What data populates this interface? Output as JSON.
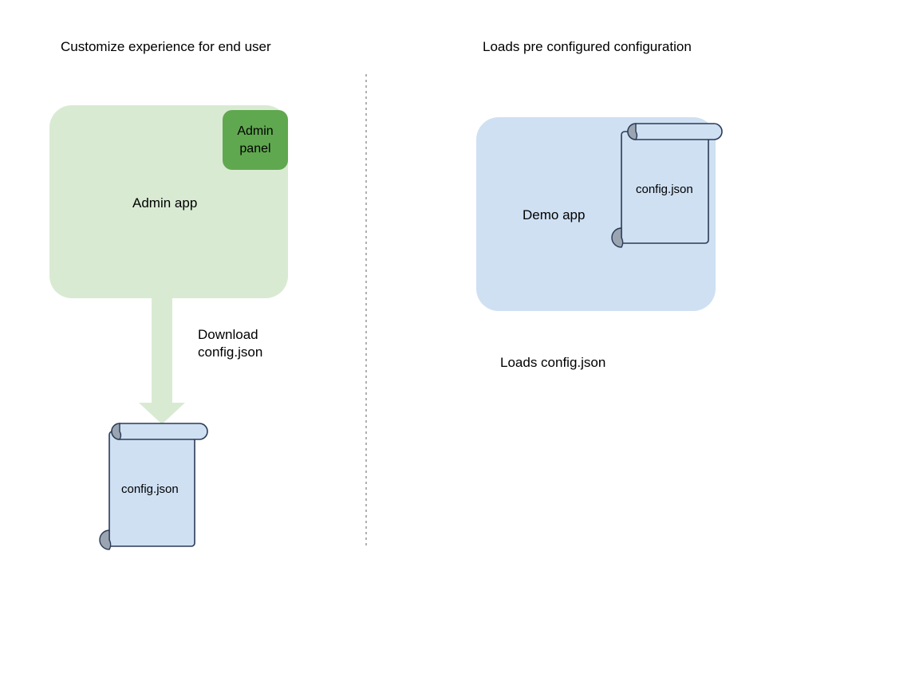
{
  "diagram": {
    "background_color": "#ffffff",
    "left_column": {
      "title": "Customize experience for end user",
      "app": {
        "label": "Admin app",
        "fill_color": "#d9ead3",
        "panel": {
          "label": "Admin\npanel",
          "fill_color": "#60a84f"
        }
      },
      "arrow": {
        "icon": "down-arrow-icon",
        "color": "#d9ead3",
        "caption": "Download\nconfig.json"
      },
      "document": {
        "icon": "scroll-document-icon",
        "label": "config.json",
        "fill_color": "#cfe0f3",
        "stroke_color": "#2b3a55",
        "roll_color": "#9aa5b1"
      }
    },
    "right_column": {
      "title": "Loads pre configured configuration",
      "app": {
        "label": "Demo app",
        "fill_color": "#cfe0f3"
      },
      "document": {
        "icon": "scroll-document-icon",
        "label": "config.json",
        "fill_color": "#cfe0f3",
        "stroke_color": "#2b3a55",
        "roll_color": "#9aa5b1"
      },
      "caption": "Loads config.json"
    },
    "divider": {
      "icon": "vertical-dotted-divider-icon",
      "color": "#b0b0b0",
      "style": "dotted"
    }
  }
}
